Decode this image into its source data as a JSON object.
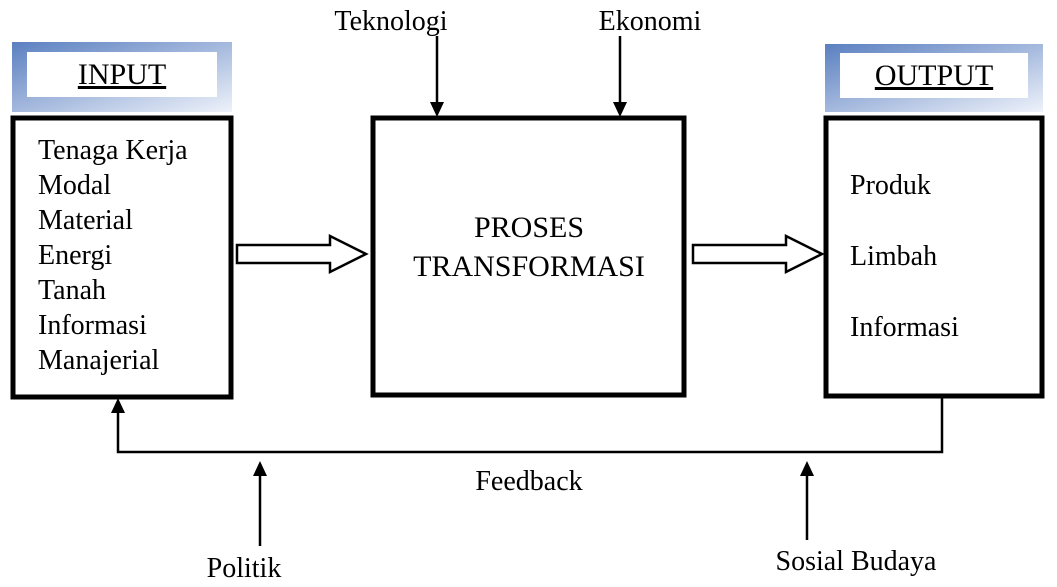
{
  "input": {
    "header": "INPUT",
    "items": [
      "Tenaga Kerja",
      "Modal",
      "Material",
      "Energi",
      "Tanah",
      "Informasi",
      "Manajerial"
    ]
  },
  "process": {
    "line1": "PROSES",
    "line2": "TRANSFORMASI"
  },
  "output": {
    "header": "OUTPUT",
    "items": [
      "Produk",
      "Limbah",
      "Informasi"
    ]
  },
  "factors": {
    "top_left": "Teknologi",
    "top_right": "Ekonomi",
    "bottom_left": "Politik",
    "bottom_right": "Sosial Budaya"
  },
  "feedback": "Feedback",
  "colors": {
    "header_gradient_start": "#5a7fc0",
    "header_gradient_end": "#eef2fa"
  }
}
